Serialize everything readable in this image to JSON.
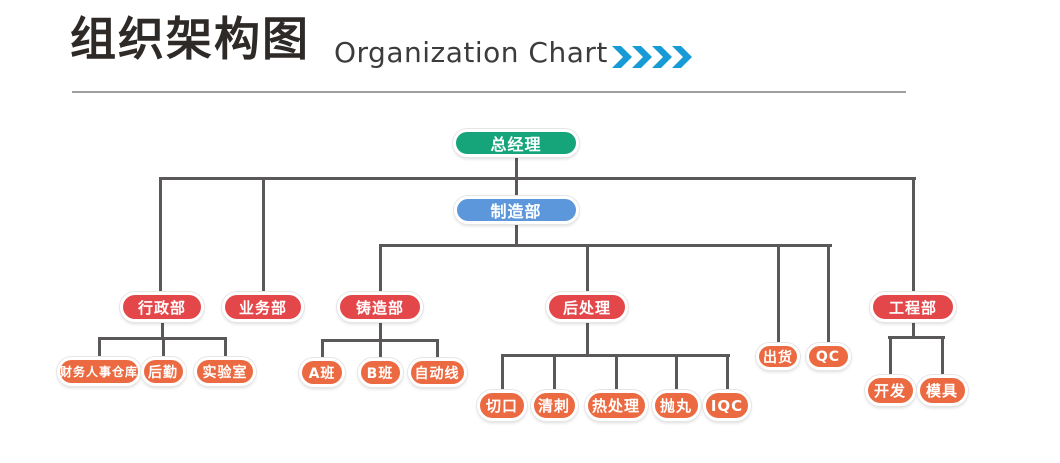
{
  "header": {
    "title_cn": "组织架构图",
    "title_en": "Organization Chart",
    "chevron_count": 4
  },
  "colors": {
    "green": "#16a57b",
    "blue": "#5b97da",
    "red": "#e4474a",
    "orange": "#eb6a41",
    "line": "#5a5858",
    "chevron": "#169bd7",
    "divider": "#9f9f9f",
    "title_text": "#2e2a28"
  },
  "org": {
    "nodes": [
      {
        "id": "gm",
        "label": "总经理",
        "color": "green",
        "parent": null
      },
      {
        "id": "mfg",
        "label": "制造部",
        "color": "blue",
        "parent": "gm"
      },
      {
        "id": "admin",
        "label": "行政部",
        "color": "red",
        "parent": "gm"
      },
      {
        "id": "biz",
        "label": "业务部",
        "color": "red",
        "parent": "gm"
      },
      {
        "id": "eng",
        "label": "工程部",
        "color": "red",
        "parent": "gm"
      },
      {
        "id": "cast",
        "label": "铸造部",
        "color": "red",
        "parent": "mfg"
      },
      {
        "id": "post",
        "label": "后处理",
        "color": "red",
        "parent": "mfg"
      },
      {
        "id": "ship",
        "label": "出货",
        "color": "orange",
        "parent": "mfg"
      },
      {
        "id": "qc",
        "label": "QC",
        "color": "orange",
        "parent": "mfg"
      },
      {
        "id": "fin",
        "label": "财务人事仓库",
        "color": "orange",
        "parent": "admin"
      },
      {
        "id": "logi",
        "label": "后勤",
        "color": "orange",
        "parent": "admin"
      },
      {
        "id": "lab",
        "label": "实验室",
        "color": "orange",
        "parent": "admin"
      },
      {
        "id": "classa",
        "label": "A班",
        "color": "orange",
        "parent": "cast"
      },
      {
        "id": "classb",
        "label": "B班",
        "color": "orange",
        "parent": "cast"
      },
      {
        "id": "auto",
        "label": "自动线",
        "color": "orange",
        "parent": "cast"
      },
      {
        "id": "cut",
        "label": "切口",
        "color": "orange",
        "parent": "post"
      },
      {
        "id": "deburr",
        "label": "清刺",
        "color": "orange",
        "parent": "post"
      },
      {
        "id": "heat",
        "label": "热处理",
        "color": "orange",
        "parent": "post"
      },
      {
        "id": "shot",
        "label": "抛丸",
        "color": "orange",
        "parent": "post"
      },
      {
        "id": "iqc",
        "label": "IQC",
        "color": "orange",
        "parent": "post"
      },
      {
        "id": "dev",
        "label": "开发",
        "color": "orange",
        "parent": "eng"
      },
      {
        "id": "mold",
        "label": "模具",
        "color": "orange",
        "parent": "eng"
      }
    ]
  }
}
